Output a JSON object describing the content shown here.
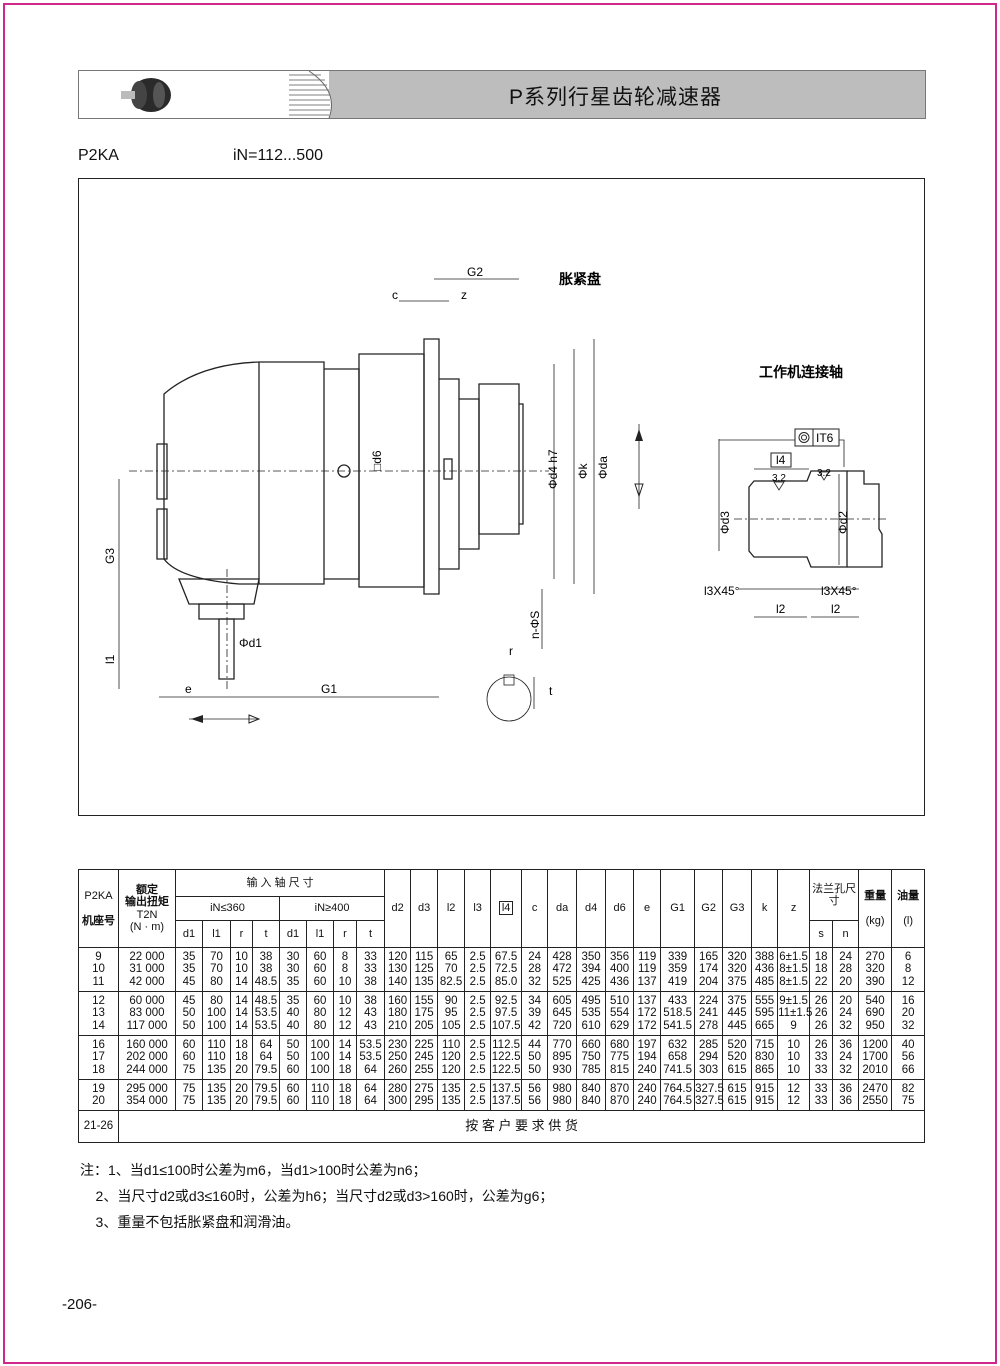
{
  "header": {
    "title": "P系列行星齿轮减速器"
  },
  "subheader": {
    "model": "P2KA",
    "ratio": "iN=112...500"
  },
  "drawing": {
    "labels": {
      "g2": "G2",
      "c": "c",
      "z": "z",
      "clamp_disc": "胀紧盘",
      "d6": "□d6",
      "d4h7": "Φd4 h7",
      "k": "Φk",
      "da": "Φda",
      "g3": "G3",
      "l1": "l1",
      "d1": "Φd1",
      "e": "e",
      "g1": "G1",
      "ns": "n-ΦS",
      "r": "r",
      "t": "t"
    },
    "shaft": {
      "title": "工作机连接轴",
      "tolerance": "IT6",
      "l4": "l4",
      "rough1": "3.2",
      "rough2": "3.2",
      "d3": "Φd3",
      "d2": "Φd2",
      "l3_left": "l3X45°",
      "l3_right": "l3X45°",
      "l2_left": "l2",
      "l2_right": "l2"
    }
  },
  "table": {
    "h": {
      "model": "P2KA",
      "model2": "机座号",
      "torque1": "额定",
      "torque2": "输出扭矩",
      "torque3": "T2N",
      "torque4": "(N · m)",
      "input_shaft": "输 入 轴 尺 寸",
      "ratio_low": "iN≤360",
      "ratio_high": "iN≥400",
      "d1": "d1",
      "l1": "l1",
      "r": "r",
      "t": "t",
      "d2": "d2",
      "d3": "d3",
      "l2": "l2",
      "l3": "l3",
      "l4": "l4",
      "c": "c",
      "da": "da",
      "d4": "d4",
      "d6": "d6",
      "e": "e",
      "G1": "G1",
      "G2": "G2",
      "G3": "G3",
      "k": "k",
      "z": "z",
      "flange": "法兰孔尺寸",
      "s": "s",
      "n": "n",
      "weight": "重量",
      "kg": "(kg)",
      "oil": "油量",
      "l": "(l)"
    },
    "groups": [
      [
        [
          "9",
          "22 000",
          "35",
          "70",
          "10",
          "38",
          "30",
          "60",
          "8",
          "33",
          "120",
          "115",
          "65",
          "2.5",
          "67.5",
          "24",
          "428",
          "350",
          "356",
          "119",
          "339",
          "165",
          "320",
          "388",
          "6±1.5",
          "18",
          "24",
          "270",
          "6"
        ],
        [
          "10",
          "31 000",
          "35",
          "70",
          "10",
          "38",
          "30",
          "60",
          "8",
          "33",
          "130",
          "125",
          "70",
          "2.5",
          "72.5",
          "28",
          "472",
          "394",
          "400",
          "119",
          "359",
          "174",
          "320",
          "436",
          "8±1.5",
          "18",
          "28",
          "320",
          "8"
        ],
        [
          "11",
          "42 000",
          "45",
          "80",
          "14",
          "48.5",
          "35",
          "60",
          "10",
          "38",
          "140",
          "135",
          "82.5",
          "2.5",
          "85.0",
          "32",
          "525",
          "425",
          "436",
          "137",
          "419",
          "204",
          "375",
          "485",
          "8±1.5",
          "22",
          "20",
          "390",
          "12"
        ]
      ],
      [
        [
          "12",
          "60 000",
          "45",
          "80",
          "14",
          "48.5",
          "35",
          "60",
          "10",
          "38",
          "160",
          "155",
          "90",
          "2.5",
          "92.5",
          "34",
          "605",
          "495",
          "510",
          "137",
          "433",
          "224",
          "375",
          "555",
          "9±1.5",
          "26",
          "20",
          "540",
          "16"
        ],
        [
          "13",
          "83 000",
          "50",
          "100",
          "14",
          "53.5",
          "40",
          "80",
          "12",
          "43",
          "180",
          "175",
          "95",
          "2.5",
          "97.5",
          "39",
          "645",
          "535",
          "554",
          "172",
          "518.5",
          "241",
          "445",
          "595",
          "11±1.5",
          "26",
          "24",
          "690",
          "20"
        ],
        [
          "14",
          "117 000",
          "50",
          "100",
          "14",
          "53.5",
          "40",
          "80",
          "12",
          "43",
          "210",
          "205",
          "105",
          "2.5",
          "107.5",
          "42",
          "720",
          "610",
          "629",
          "172",
          "541.5",
          "278",
          "445",
          "665",
          "9",
          "26",
          "32",
          "950",
          "32"
        ]
      ],
      [
        [
          "16",
          "160 000",
          "60",
          "110",
          "18",
          "64",
          "50",
          "100",
          "14",
          "53.5",
          "230",
          "225",
          "110",
          "2.5",
          "112.5",
          "44",
          "770",
          "660",
          "680",
          "197",
          "632",
          "285",
          "520",
          "715",
          "10",
          "26",
          "36",
          "1200",
          "40"
        ],
        [
          "17",
          "202 000",
          "60",
          "110",
          "18",
          "64",
          "50",
          "100",
          "14",
          "53.5",
          "250",
          "245",
          "120",
          "2.5",
          "122.5",
          "50",
          "895",
          "750",
          "775",
          "194",
          "658",
          "294",
          "520",
          "830",
          "10",
          "33",
          "24",
          "1700",
          "56"
        ],
        [
          "18",
          "244 000",
          "75",
          "135",
          "20",
          "79.5",
          "60",
          "100",
          "18",
          "64",
          "260",
          "255",
          "120",
          "2.5",
          "122.5",
          "50",
          "930",
          "785",
          "815",
          "240",
          "741.5",
          "303",
          "615",
          "865",
          "10",
          "33",
          "32",
          "2010",
          "66"
        ]
      ],
      [
        [
          "19",
          "295 000",
          "75",
          "135",
          "20",
          "79.5",
          "60",
          "110",
          "18",
          "64",
          "280",
          "275",
          "135",
          "2.5",
          "137.5",
          "56",
          "980",
          "840",
          "870",
          "240",
          "764.5",
          "327.5",
          "615",
          "915",
          "12",
          "33",
          "36",
          "2470",
          "82"
        ],
        [
          "20",
          "354 000",
          "75",
          "135",
          "20",
          "79.5",
          "60",
          "110",
          "18",
          "64",
          "300",
          "295",
          "135",
          "2.5",
          "137.5",
          "56",
          "980",
          "840",
          "870",
          "240",
          "764.5",
          "327.5",
          "615",
          "915",
          "12",
          "33",
          "36",
          "2550",
          "75"
        ]
      ]
    ],
    "footer_sizes": "21-26",
    "footer_text": "按 客 户 要 求 供 货"
  },
  "notes": [
    "注：1、当d1≤100时公差为m6，当d1>100时公差为n6；",
    "    2、当尺寸d2或d3≤160时，公差为h6；当尺寸d2或d3>160时，公差为g6；",
    "    3、重量不包括胀紧盘和润滑油。"
  ],
  "page_number": "-206-"
}
